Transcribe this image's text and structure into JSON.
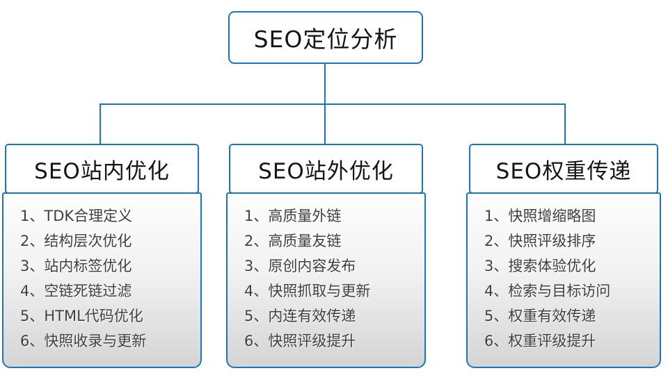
{
  "diagram": {
    "root": {
      "label": "SEO定位分析"
    },
    "columns": [
      {
        "header": "SEO站内优化",
        "items": [
          "1、TDK合理定义",
          "2、结构层次优化",
          "3、站内标签优化",
          "4、空链死链过滤",
          "5、HTML代码优化",
          "6、快照收录与更新"
        ]
      },
      {
        "header": "SEO站外优化",
        "items": [
          "1、高质量外链",
          "2、高质量友链",
          "3、原创内容发布",
          "4、快照抓取与更新",
          "5、内连有效传递",
          "6、快照评级提升"
        ]
      },
      {
        "header": "SEO权重传递",
        "items": [
          "1、快照增缩略图",
          "2、快照评级排序",
          "3、搜索体验优化",
          "4、检索与目标访问",
          "5、权重有效传递",
          "6、权重评级提升"
        ]
      }
    ],
    "colors": {
      "line_blue": "#1776bd",
      "panel_gradient_top": "#fdfdfd",
      "panel_gradient_bottom": "#d4d4d4",
      "item_text": "#3f3f3f",
      "header_text": "#151515"
    }
  }
}
